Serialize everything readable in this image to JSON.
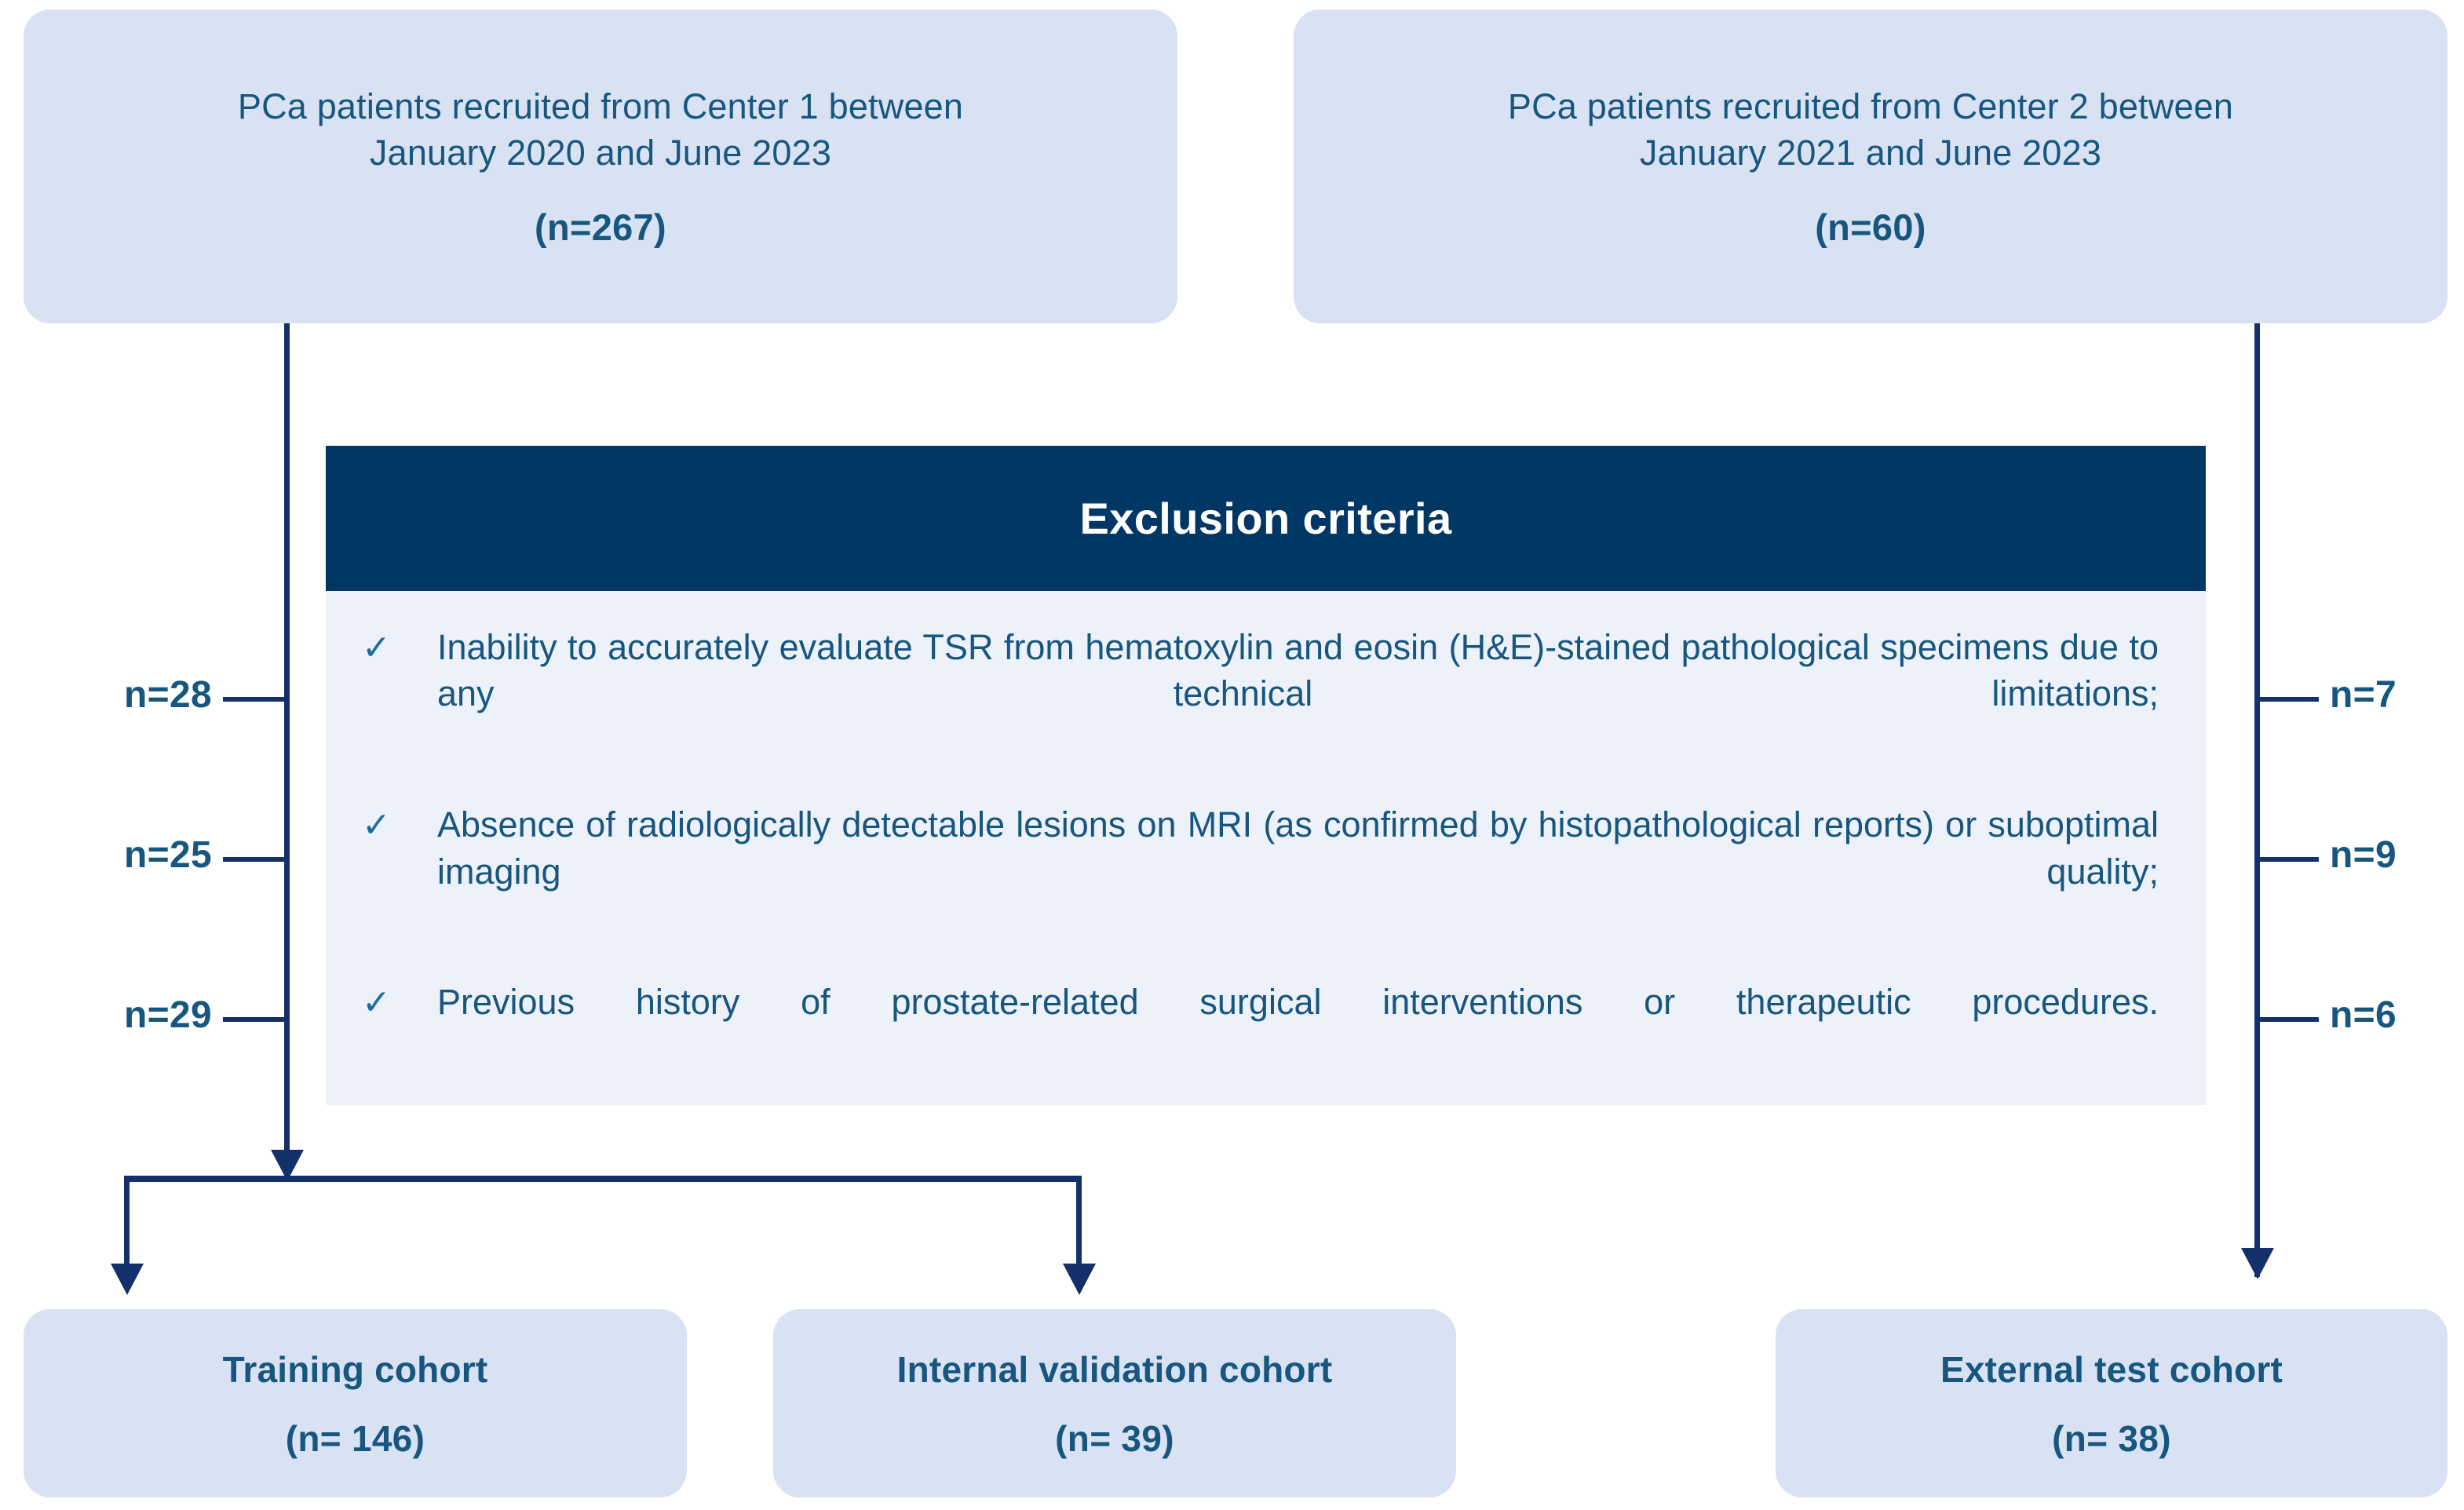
{
  "sources": [
    {
      "id": "center1",
      "text": "PCa patients recruited from Center 1 between\nJanuary 2020 and June 2023",
      "count": "(n=267)"
    },
    {
      "id": "center2",
      "text": "PCa patients recruited from Center 2 between\nJanuary 2021 and June 2023",
      "count": "(n=60)"
    }
  ],
  "exclusion": {
    "header": "Exclusion criteria",
    "bullet_icon": "✓",
    "items": [
      "Inability to accurately evaluate TSR from hematoxylin and eosin (H&E)-stained pathological specimens due to any technical limitations;",
      "Absence of radiologically detectable lesions on MRI (as confirmed by histopathological reports) or suboptimal imaging quality;",
      "Previous history of prostate-related surgical interventions or therapeutic procedures."
    ],
    "left_exclusions": [
      "n=28",
      "n=25",
      "n=29"
    ],
    "right_exclusions": [
      "n=7",
      "n=9",
      "n=6"
    ]
  },
  "cohorts": [
    {
      "id": "training",
      "label": "Training cohort",
      "count": "(n= 146)"
    },
    {
      "id": "internal",
      "label": "Internal validation cohort",
      "count": "(n= 39)"
    },
    {
      "id": "external",
      "label": "External test cohort",
      "count": "(n= 38)"
    }
  ],
  "colors": {
    "box_fill": "#d8e2f2",
    "box_text": "#17567f",
    "header_fill": "#013764",
    "header_text": "#ffffff",
    "panel_fill": "#edf1f9",
    "connector": "#14306b",
    "check": "#1a6ea0"
  }
}
